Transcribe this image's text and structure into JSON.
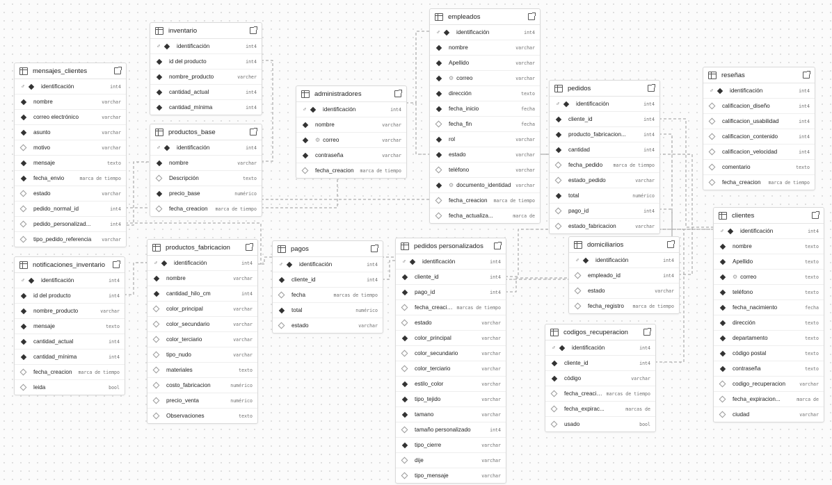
{
  "tables": [
    {
      "id": "inventario",
      "name": "inventario",
      "cols": [
        {
          "n": "identificación",
          "t": "int4",
          "pk": true
        },
        {
          "n": "id del producto",
          "t": "int4",
          "m": "dia"
        },
        {
          "n": "nombre_producto",
          "t": "varcher",
          "m": "dia"
        },
        {
          "n": "cantidad_actual",
          "t": "int4",
          "m": "dia"
        },
        {
          "n": "cantidad_mínima",
          "t": "int4",
          "m": "dia"
        }
      ]
    },
    {
      "id": "empleados",
      "name": "empleados",
      "cols": [
        {
          "n": "identificación",
          "t": "int4",
          "pk": true
        },
        {
          "n": "nombre",
          "t": "varchar",
          "m": "dia"
        },
        {
          "n": "Apellido",
          "t": "varchar",
          "m": "dia"
        },
        {
          "n": "correo",
          "t": "varchar",
          "m": "dia",
          "glyph": "⚙"
        },
        {
          "n": "dirección",
          "t": "texto",
          "m": "dia"
        },
        {
          "n": "fecha_inicio",
          "t": "fecha",
          "m": "dia"
        },
        {
          "n": "fecha_fin",
          "t": "fecha",
          "m": "o"
        },
        {
          "n": "rol",
          "t": "varchar",
          "m": "dia"
        },
        {
          "n": "estado",
          "t": "varchar",
          "m": "dia"
        },
        {
          "n": "teléfono",
          "t": "varchar",
          "m": "o"
        },
        {
          "n": "documento_identidad",
          "t": "varchar",
          "m": "dia",
          "glyph": "⚙"
        },
        {
          "n": "fecha_creacion",
          "t": "marca de tiempo",
          "m": "o"
        },
        {
          "n": "fecha_actualiza...",
          "t": "marca de",
          "m": "o"
        }
      ]
    },
    {
      "id": "mensajes_clientes",
      "name": "mensajes_clientes",
      "cols": [
        {
          "n": "identificación",
          "t": "int4",
          "pk": true
        },
        {
          "n": "nombre",
          "t": "varchar",
          "m": "dia"
        },
        {
          "n": "correo electrónico",
          "t": "varchar",
          "m": "dia"
        },
        {
          "n": "asunto",
          "t": "varchar",
          "m": "dia"
        },
        {
          "n": "motivo",
          "t": "varchar",
          "m": "o"
        },
        {
          "n": "mensaje",
          "t": "texto",
          "m": "dia"
        },
        {
          "n": "fecha_envio",
          "t": "marca de tiempo",
          "m": "dia"
        },
        {
          "n": "estado",
          "t": "varchar",
          "m": "o"
        },
        {
          "n": "pedido_normal_id",
          "t": "int4",
          "m": "o"
        },
        {
          "n": "pedido_personalizad...",
          "t": "int4",
          "m": "o"
        },
        {
          "n": "tipo_pedido_referencia",
          "t": "varchar",
          "m": "o"
        }
      ]
    },
    {
      "id": "productos_base",
      "name": "productos_base",
      "cols": [
        {
          "n": "identificación",
          "t": "int4",
          "pk": true
        },
        {
          "n": "nombre",
          "t": "varchar",
          "m": "dia"
        },
        {
          "n": "Descripción",
          "t": "texto",
          "m": "o"
        },
        {
          "n": "precio_base",
          "t": "numérico",
          "m": "dia"
        },
        {
          "n": "fecha_creacion",
          "t": "marca de tiempo",
          "m": "o"
        }
      ]
    },
    {
      "id": "administradores",
      "name": "administradores",
      "cols": [
        {
          "n": "identificación",
          "t": "int4",
          "pk": true
        },
        {
          "n": "nombre",
          "t": "varchar",
          "m": "dia"
        },
        {
          "n": "correo",
          "t": "varchar",
          "m": "dia",
          "glyph": "⚙"
        },
        {
          "n": "contraseña",
          "t": "varchar",
          "m": "dia"
        },
        {
          "n": "fecha_creacion",
          "t": "marca de tiempo",
          "m": "o"
        }
      ]
    },
    {
      "id": "pedidos",
      "name": "pedidos",
      "cols": [
        {
          "n": "identificación",
          "t": "int4",
          "pk": true
        },
        {
          "n": "cliente_id",
          "t": "int4",
          "m": "dia"
        },
        {
          "n": "producto_fabricacion...",
          "t": "int4",
          "m": "dia"
        },
        {
          "n": "cantidad",
          "t": "int4",
          "m": "dia"
        },
        {
          "n": "fecha_pedido",
          "t": "marca de tiempo",
          "m": "o"
        },
        {
          "n": "estado_pedido",
          "t": "varchar",
          "m": "o"
        },
        {
          "n": "total",
          "t": "numérico",
          "m": "dia"
        },
        {
          "n": "pago_id",
          "t": "int4",
          "m": "o"
        },
        {
          "n": "estado_fabricacion",
          "t": "varchar",
          "m": "o"
        }
      ]
    },
    {
      "id": "resenas",
      "name": "reseñas",
      "cols": [
        {
          "n": "identificación",
          "t": "int4",
          "pk": true
        },
        {
          "n": "calificacion_diseño",
          "t": "int4",
          "m": "o"
        },
        {
          "n": "calificacion_usabilidad",
          "t": "int4",
          "m": "o"
        },
        {
          "n": "calificacion_contenido",
          "t": "int4",
          "m": "o"
        },
        {
          "n": "calificacion_velocidad",
          "t": "int4",
          "m": "o"
        },
        {
          "n": "comentario",
          "t": "texto",
          "m": "o"
        },
        {
          "n": "fecha_creacion",
          "t": "marca de tiempo",
          "m": "o"
        }
      ]
    },
    {
      "id": "clientes",
      "name": "clientes",
      "cols": [
        {
          "n": "identificación",
          "t": "int4",
          "pk": true
        },
        {
          "n": "nombre",
          "t": "texto",
          "m": "dia"
        },
        {
          "n": "Apellido",
          "t": "texto",
          "m": "dia"
        },
        {
          "n": "correo",
          "t": "texto",
          "m": "dia",
          "glyph": "⚙"
        },
        {
          "n": "teléfono",
          "t": "texto",
          "m": "dia"
        },
        {
          "n": "fecha_nacimiento",
          "t": "fecha",
          "m": "dia"
        },
        {
          "n": "dirección",
          "t": "texto",
          "m": "dia"
        },
        {
          "n": "departamento",
          "t": "texto",
          "m": "dia"
        },
        {
          "n": "código postal",
          "t": "texto",
          "m": "dia"
        },
        {
          "n": "contraseña",
          "t": "texto",
          "m": "dia"
        },
        {
          "n": "codigo_recuperacion",
          "t": "varchar",
          "m": "o"
        },
        {
          "n": "fecha_expiracion...",
          "t": "marca de",
          "m": "o"
        },
        {
          "n": "ciudad",
          "t": "varchar",
          "m": "o"
        }
      ]
    },
    {
      "id": "notificaciones_inventario",
      "name": "notificaciones_inventario",
      "cols": [
        {
          "n": "identificación",
          "t": "int4",
          "pk": true
        },
        {
          "n": "id del producto",
          "t": "int4",
          "m": "dia"
        },
        {
          "n": "nombre_producto",
          "t": "varchar",
          "m": "dia"
        },
        {
          "n": "mensaje",
          "t": "texto",
          "m": "dia"
        },
        {
          "n": "cantidad_actual",
          "t": "int4",
          "m": "dia"
        },
        {
          "n": "cantidad_mínima",
          "t": "int4",
          "m": "dia"
        },
        {
          "n": "fecha_creacion",
          "t": "marca de tiempo",
          "m": "o"
        },
        {
          "n": "leida",
          "t": "bool",
          "m": "o"
        }
      ]
    },
    {
      "id": "productos_fabricacion",
      "name": "productos_fabricacion",
      "cols": [
        {
          "n": "identificación",
          "t": "int4",
          "pk": true
        },
        {
          "n": "nombre",
          "t": "varchar",
          "m": "dia"
        },
        {
          "n": "cantidad_hilo_cm",
          "t": "int4",
          "m": "dia"
        },
        {
          "n": "color_principal",
          "t": "varchar",
          "m": "o"
        },
        {
          "n": "color_secundario",
          "t": "varchar",
          "m": "o"
        },
        {
          "n": "color_terciario",
          "t": "varchar",
          "m": "o"
        },
        {
          "n": "tipo_nudo",
          "t": "varchar",
          "m": "o"
        },
        {
          "n": "materiales",
          "t": "texto",
          "m": "o"
        },
        {
          "n": "costo_fabricacion",
          "t": "numérico",
          "m": "o"
        },
        {
          "n": "precio_venta",
          "t": "numérico",
          "m": "o"
        },
        {
          "n": "Observaciones",
          "t": "texto",
          "m": "o"
        }
      ]
    },
    {
      "id": "pagos",
      "name": "pagos",
      "cols": [
        {
          "n": "identificación",
          "t": "int4",
          "pk": true
        },
        {
          "n": "cliente_id",
          "t": "int4",
          "m": "dia"
        },
        {
          "n": "fecha",
          "t": "marcas de tiempo",
          "m": "o"
        },
        {
          "n": "total",
          "t": "numérico",
          "m": "dia"
        },
        {
          "n": "estado",
          "t": "varchar",
          "m": "o"
        }
      ]
    },
    {
      "id": "pedidos_personalizados",
      "name": "pedidos personalizados",
      "cols": [
        {
          "n": "identificación",
          "t": "int4",
          "pk": true
        },
        {
          "n": "cliente_id",
          "t": "int4",
          "m": "dia"
        },
        {
          "n": "pago_id",
          "t": "int4",
          "m": "dia"
        },
        {
          "n": "fecha_creacion",
          "t": "marcas de tiempo",
          "m": "o"
        },
        {
          "n": "estado",
          "t": "varchar",
          "m": "o"
        },
        {
          "n": "color_principal",
          "t": "varchar",
          "m": "dia"
        },
        {
          "n": "color_secundario",
          "t": "varchar",
          "m": "o"
        },
        {
          "n": "color_terciario",
          "t": "varchar",
          "m": "o"
        },
        {
          "n": "estilo_color",
          "t": "varchar",
          "m": "dia"
        },
        {
          "n": "tipo_tejido",
          "t": "varchar",
          "m": "dia"
        },
        {
          "n": "tamano",
          "t": "varchar",
          "m": "dia"
        },
        {
          "n": "tamaño personalizado",
          "t": "int4",
          "m": "o"
        },
        {
          "n": "tipo_cierre",
          "t": "varchar",
          "m": "dia"
        },
        {
          "n": "dije",
          "t": "varchar",
          "m": "o"
        },
        {
          "n": "tipo_mensaje",
          "t": "varchar",
          "m": "o"
        }
      ]
    },
    {
      "id": "domiciliarios",
      "name": "domiciliarios",
      "cols": [
        {
          "n": "identificación",
          "t": "int4",
          "pk": true
        },
        {
          "n": "empleado_id",
          "t": "int4",
          "m": "o"
        },
        {
          "n": "estado",
          "t": "varchar",
          "m": "o"
        },
        {
          "n": "fecha_registro",
          "t": "marca de tiempo",
          "m": "o"
        }
      ]
    },
    {
      "id": "codigos_recuperacion",
      "name": "codigos_recuperacion",
      "cols": [
        {
          "n": "identificación",
          "t": "int4",
          "pk": true
        },
        {
          "n": "cliente_id",
          "t": "int4",
          "m": "dia"
        },
        {
          "n": "código",
          "t": "varchar",
          "m": "dia"
        },
        {
          "n": "fecha_creacion",
          "t": "marcas de tiempo",
          "m": "o"
        },
        {
          "n": "fecha_expirac...",
          "t": "marcas de",
          "m": "o"
        },
        {
          "n": "usado",
          "t": "bool",
          "m": "o"
        }
      ]
    }
  ]
}
